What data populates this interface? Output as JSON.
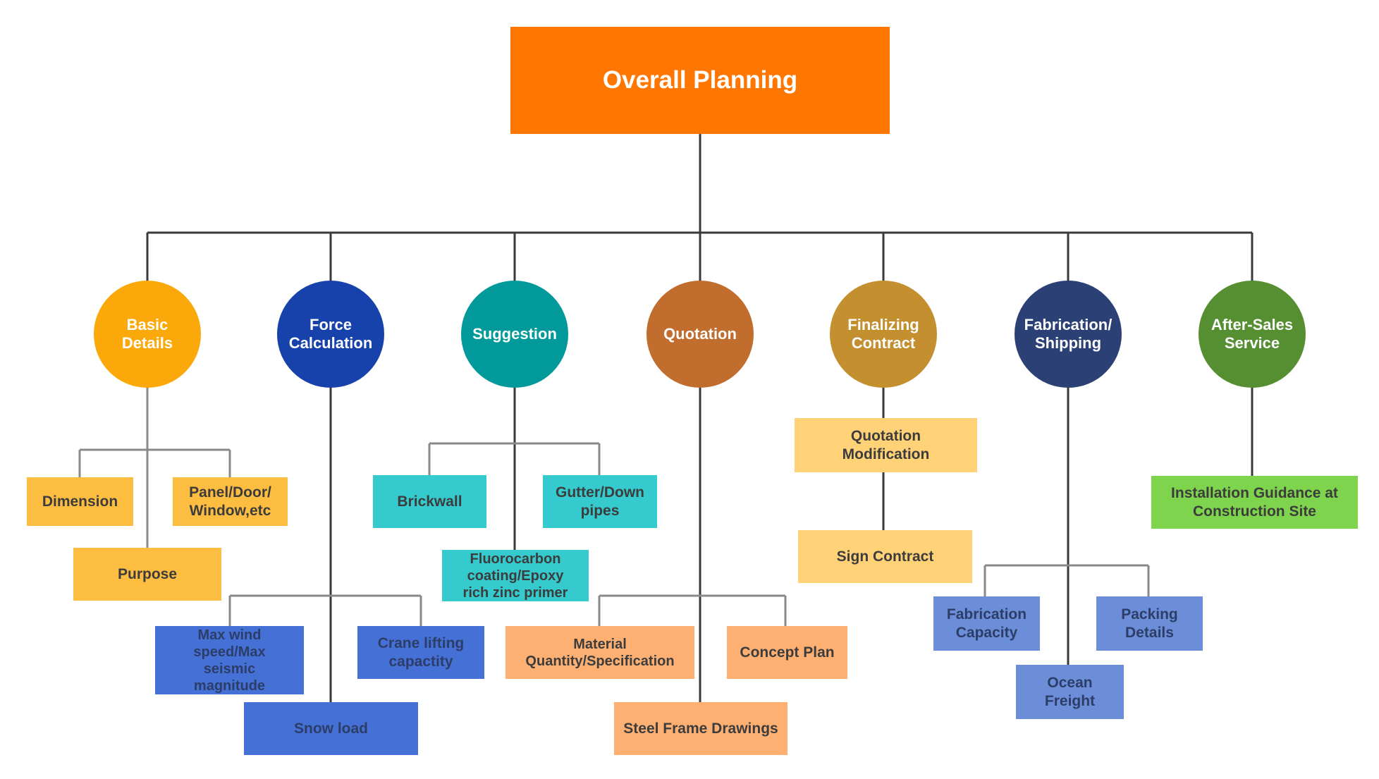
{
  "root": {
    "label": "Overall Planning",
    "color": "#ff7700"
  },
  "categories": [
    {
      "id": "basic",
      "label": "Basic\nDetails",
      "color": "#fba90a"
    },
    {
      "id": "force",
      "label": "Force\nCalculation",
      "color": "#1742ab"
    },
    {
      "id": "suggestion",
      "label": "Suggestion",
      "color": "#02999a"
    },
    {
      "id": "quotation",
      "label": "Quotation",
      "color": "#c06d2d"
    },
    {
      "id": "finalizing",
      "label": "Finalizing\nContract",
      "color": "#c38f2f"
    },
    {
      "id": "fabrication",
      "label": "Fabrication/\nShipping",
      "color": "#2b4176"
    },
    {
      "id": "aftersales",
      "label": "After-Sales\nService",
      "color": "#558f32"
    }
  ],
  "items": {
    "dimension": {
      "label": "Dimension",
      "color": "#fdbd40"
    },
    "panel": {
      "label": "Panel/Door/\nWindow,etc",
      "color": "#fdbd40"
    },
    "purpose": {
      "label": "Purpose",
      "color": "#fdbd40"
    },
    "wind": {
      "label": "Max wind\nspeed/Max\nseismic\nmagnitude",
      "color": "#4571d6"
    },
    "crane": {
      "label": "Crane lifting\ncapactity",
      "color": "#4571d6"
    },
    "snow": {
      "label": "Snow load",
      "color": "#4571d6"
    },
    "brickwall": {
      "label": "Brickwall",
      "color": "#35cbce"
    },
    "gutter": {
      "label": "Gutter/Down\npipes",
      "color": "#35cbce"
    },
    "coating": {
      "label": "Fluorocarbon\ncoating/Epoxy\nrich zinc primer",
      "color": "#35cbce"
    },
    "material": {
      "label": "Material\nQuantity/Specification",
      "color": "#feb073"
    },
    "concept": {
      "label": "Concept Plan",
      "color": "#feb073"
    },
    "steel": {
      "label": "Steel Frame Drawings",
      "color": "#feb073"
    },
    "quotemod": {
      "label": "Quotation\nModification",
      "color": "#ffd278"
    },
    "signcontract": {
      "label": "Sign Contract",
      "color": "#ffd278"
    },
    "fabcap": {
      "label": "Fabrication\nCapacity",
      "color": "#6c8ed8"
    },
    "packing": {
      "label": "Packing\nDetails",
      "color": "#6c8ed8"
    },
    "ocean": {
      "label": "Ocean\nFreight",
      "color": "#6c8ed8"
    },
    "install": {
      "label": "Installation Guidance at\nConstruction Site",
      "color": "#7ed44c"
    }
  }
}
